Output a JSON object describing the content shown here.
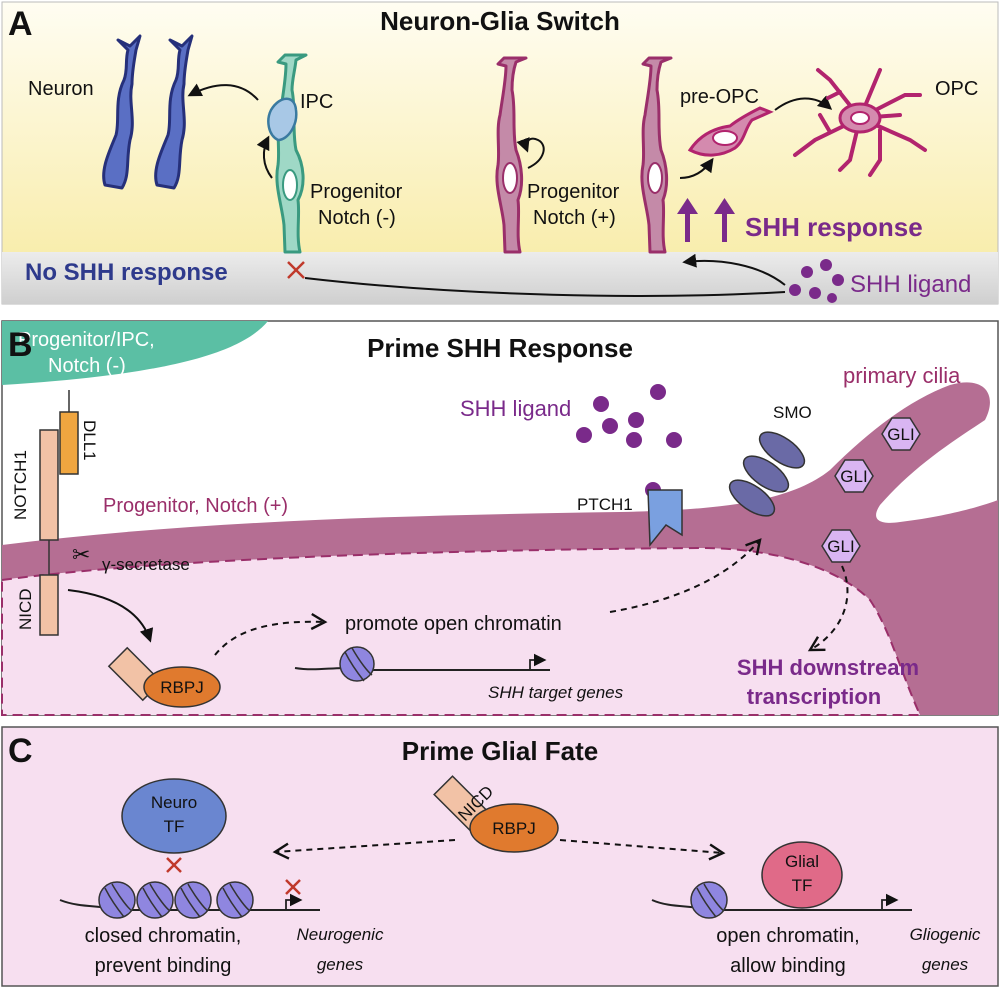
{
  "panel_a": {
    "letter": "A",
    "title": "Neuron-Glia Switch",
    "neuron": "Neuron",
    "ipc": "IPC",
    "progenitor_neg_line1": "Progenitor",
    "progenitor_neg_line2": "Notch (-)",
    "progenitor_pos_line1": "Progenitor",
    "progenitor_pos_line2": "Notch (+)",
    "pre_opc": "pre-OPC",
    "opc": "OPC",
    "shh_response": "SHH response",
    "no_shh_response": "No SHH response",
    "shh_ligand": "SHH ligand"
  },
  "panel_b": {
    "letter": "B",
    "title": "Prime SHH Response",
    "progenitor_ipc_line1": "Progenitor/IPC,",
    "progenitor_ipc_line2": "Notch (-)",
    "notch1": "NOTCH1",
    "dll1": "DLL1",
    "progenitor_notch_pos": "Progenitor, Notch (+)",
    "gamma_secretase": "γ-secretase",
    "nicd": "NICD",
    "rbpj": "RBPJ",
    "promote_open_chromatin": "promote open chromatin",
    "shh_target_genes": "SHH target genes",
    "shh_ligand": "SHH ligand",
    "ptch1": "PTCH1",
    "smo": "SMO",
    "primary_cilia": "primary cilia",
    "gli": "GLI",
    "downstream_line1": "SHH downstream",
    "downstream_line2": "transcription"
  },
  "panel_c": {
    "letter": "C",
    "title": "Prime Glial Fate",
    "neuro_tf_line1": "Neuro",
    "neuro_tf_line2": "TF",
    "nicd": "NICD",
    "rbpj": "RBPJ",
    "glial_tf_line1": "Glial",
    "glial_tf_line2": "TF",
    "closed_line1": "closed chromatin,",
    "closed_line2": "prevent binding",
    "neurogenic_line1": "Neurogenic",
    "neurogenic_line2": "genes",
    "open_line1": "open chromatin,",
    "open_line2": "allow binding",
    "gliogenic_line1": "Gliogenic",
    "gliogenic_line2": "genes"
  },
  "colors": {
    "neuron_blue": "#2e3a8c",
    "progenitor_teal": "#5bbfa4",
    "notch_pos_magenta": "#b0508a",
    "opc_magenta": "#b2246e",
    "shh_purple": "#7a2a8a",
    "membrane": "#b2638f",
    "panel_c_bg": "#f7dff0",
    "rbpj_orange": "#e07a2e",
    "nicd_peach": "#f2c2a6",
    "nucleosome": "#8f86e0",
    "glial_pink": "#e06a88",
    "neuro_blue": "#6a86d0",
    "gli_lavender": "#d9b5f2",
    "smo_slate": "#6a6aa6",
    "ptch1_blue": "#7aa0e0",
    "x_red": "#c0392b"
  }
}
